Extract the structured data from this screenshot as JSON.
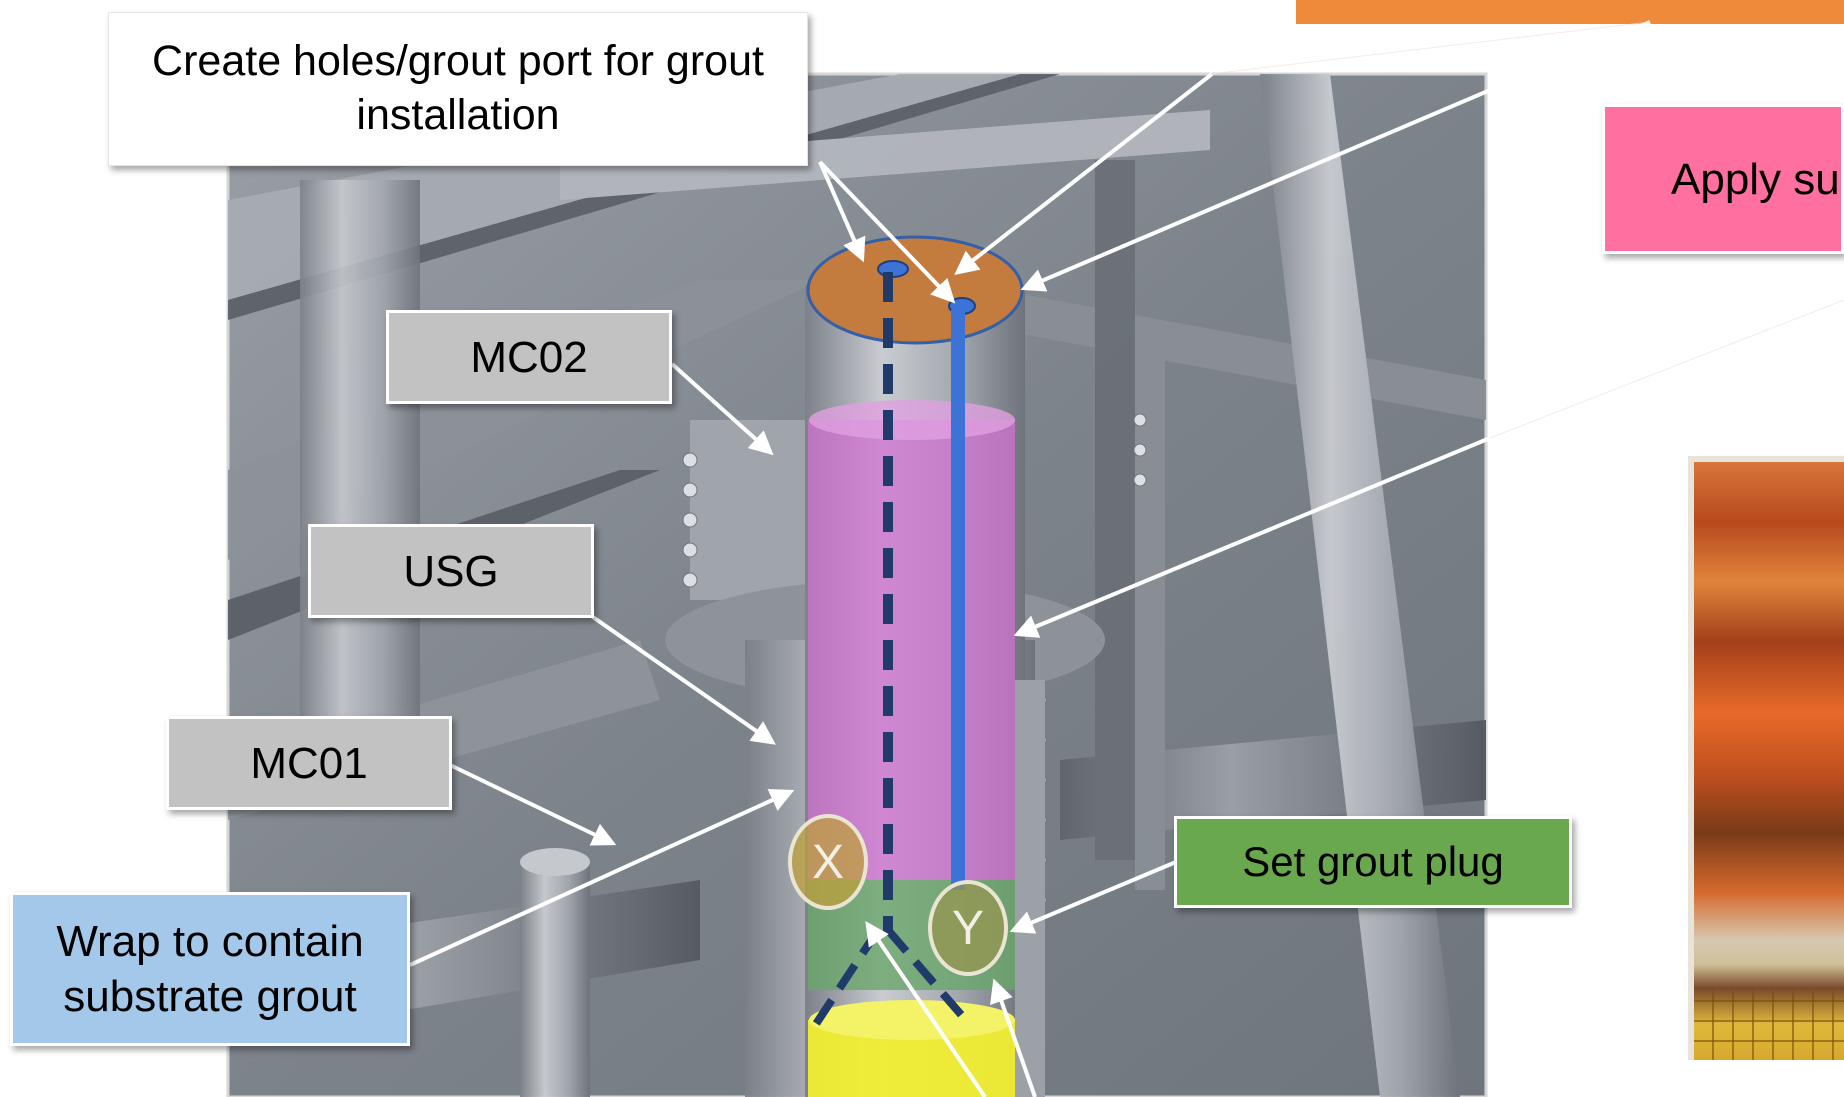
{
  "labels": {
    "grout_port": "Create holes/grout port for grout installation",
    "mc02": "MC02",
    "usg": "USG",
    "mc01": "MC01",
    "wrap": "Wrap to contain substrate grout",
    "grout_plug": "Set grout plug",
    "pink_partial": "Apply su lifts"
  },
  "markers": {
    "x": "X",
    "y": "Y"
  },
  "colors": {
    "grey_label": "#c2c2c2",
    "wrap_label": "#a4c8ea",
    "grout_plug_label": "#6aa84f",
    "pink_label": "#ff6fa0",
    "orange_label": "#ee8a3a",
    "pipe_blue": "#3d72d6",
    "fill_magenta": "#d070d0",
    "fill_green": "#6aa66a",
    "fill_yellow": "#f0ee30",
    "cap_orange": "#c47b3e"
  }
}
